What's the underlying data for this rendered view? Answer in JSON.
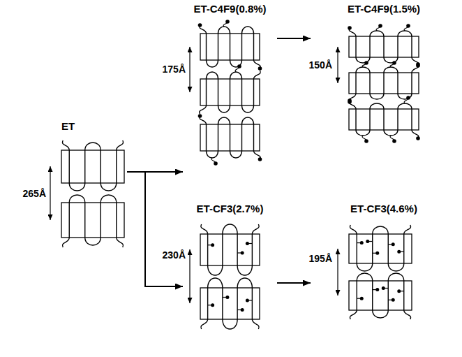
{
  "diagram": {
    "nodes": [
      {
        "text": [
          "ET"
        ]
      },
      {
        "text": [
          "ET-C4F9(0.8%)"
        ]
      },
      {
        "text": [
          "ET-C4F9(1.5%)"
        ]
      },
      {
        "text": [
          "ET-CF3(2.7%)"
        ]
      },
      {
        "text": [
          "ET-CF3(4.6%)"
        ]
      }
    ],
    "edges": [
      {
        "from": 0,
        "to": 1,
        "arrow": "to"
      },
      {
        "from": 0,
        "to": 3,
        "arrow": "to"
      },
      {
        "from": 1,
        "to": 2,
        "arrow": "to"
      },
      {
        "from": 3,
        "to": 4,
        "arrow": "to"
      }
    ],
    "labels": [
      "265Å",
      "175Å",
      "150Å",
      "230Å",
      "195Å"
    ]
  }
}
